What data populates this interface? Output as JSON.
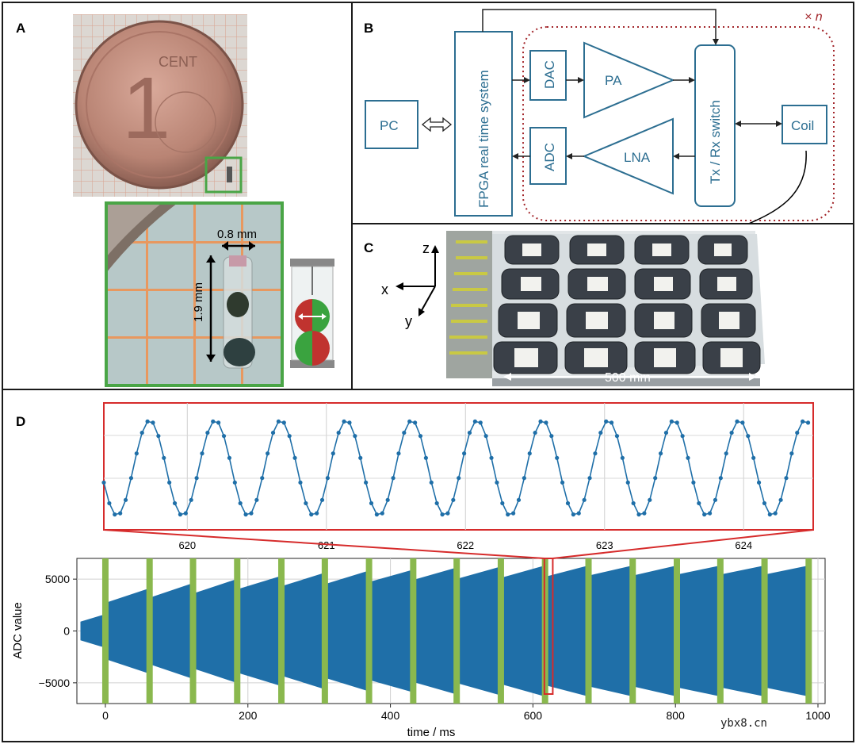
{
  "panels": {
    "a": {
      "label": "A",
      "width_dim": "0.8 mm",
      "height_dim": "1.9 mm"
    },
    "b": {
      "label": "B",
      "loop_label": "× n",
      "blocks": {
        "pc": "PC",
        "fpga": "FPGA real time system",
        "dac": "DAC",
        "pa": "PA",
        "adc": "ADC",
        "lna": "LNA",
        "switch": "Tx / Rx switch",
        "coil": "Coil"
      }
    },
    "c": {
      "label": "C",
      "axis_z": "z",
      "axis_x": "x",
      "axis_y": "y",
      "scale": "500 mm"
    },
    "d": {
      "label": "D"
    }
  },
  "colors": {
    "diagram_blue": "#2c6e91",
    "loop_red": "#a3262b",
    "signal_blue": "#1f6fa8",
    "pulse_green": "#8ab84e",
    "zoom_red": "#d62b2b",
    "inset_green": "#4aa546"
  },
  "chart_data": [
    {
      "type": "line",
      "title": "",
      "xlabel": "",
      "ylabel": "",
      "x_ticks": [
        "620",
        "621",
        "622",
        "623",
        "624"
      ],
      "xlim": [
        619.4,
        624.5
      ],
      "period_ms": 0.471,
      "n_cycles": 11,
      "first_peak_ms": 619.73,
      "grid": true
    },
    {
      "type": "area",
      "xlabel": "time / ms",
      "ylabel": "ADC value",
      "xlim": [
        -40,
        1010
      ],
      "ylim": [
        -7000,
        7000
      ],
      "x_ticks": [
        "0",
        "200",
        "400",
        "600",
        "800",
        "1000"
      ],
      "y_ticks": [
        "5000",
        "0",
        "−5000"
      ],
      "y_tick_values": [
        5000,
        0,
        -5000
      ],
      "x_tick_values": [
        0,
        200,
        400,
        600,
        800,
        1000
      ],
      "pulse_times_ms": [
        0,
        62,
        123,
        185,
        247,
        308,
        370,
        432,
        493,
        555,
        617,
        678,
        740,
        802,
        863,
        925,
        987
      ],
      "segment_amplitudes_start": [
        900,
        2800,
        3300,
        3700,
        4100,
        4400,
        4600,
        4800,
        5000,
        5100,
        5200,
        5300,
        5400,
        5400,
        5500,
        5500,
        5500
      ],
      "segment_amplitudes_end": [
        1600,
        4100,
        4600,
        5000,
        5300,
        5600,
        5800,
        5900,
        6100,
        6200,
        6300,
        6300,
        6300,
        6300,
        6300,
        6300,
        6300
      ],
      "zoom_range_ms": [
        619.4,
        624.5
      ],
      "grid": true
    }
  ]
}
